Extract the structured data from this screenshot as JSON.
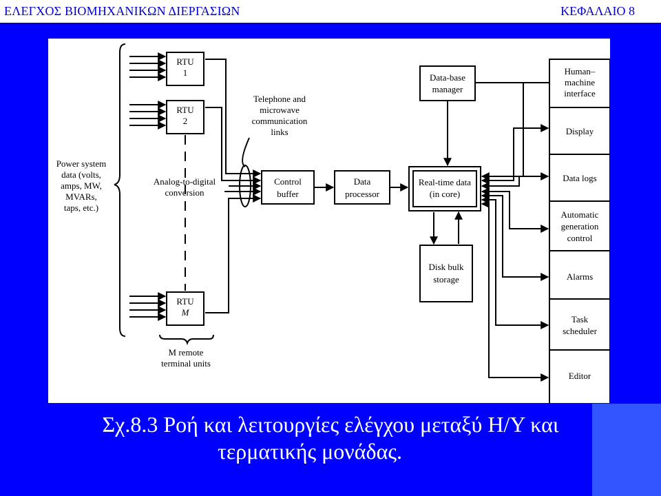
{
  "header": {
    "left_title": "ΕΛΕΓΧΟΣ ΒΙΟΜΗΧΑΝΙΚΩΝ ΔΙΕΡΓΑΣΙΩΝ",
    "right_title": "ΚΕΦΑΛΑΙΟ 8"
  },
  "diagram": {
    "rtu1": [
      "RTU",
      "1"
    ],
    "rtu2": [
      "RTU",
      "2"
    ],
    "rtum": [
      "RTU",
      "M"
    ],
    "power_system": [
      "Power system",
      "data (volts,",
      "amps, MW,",
      "MVARs,",
      "taps, etc.)"
    ],
    "analog": [
      "Analog-to-digital",
      "conversion"
    ],
    "telephone": [
      "Telephone and",
      "microwave",
      "communication",
      "links"
    ],
    "control_buffer": [
      "Control",
      "buffer"
    ],
    "data_processor": [
      "Data",
      "processor"
    ],
    "realtime": [
      "Real-time data",
      "(in core)"
    ],
    "dbmanager": [
      "Data-base",
      "manager"
    ],
    "disk": [
      "Disk bulk",
      "storage"
    ],
    "remote": [
      "M remote",
      "terminal units"
    ],
    "outputs": [
      [
        "Human–",
        "machine",
        "interface"
      ],
      [
        "Display"
      ],
      [
        "Data logs"
      ],
      [
        "Automatic",
        "generation",
        "control"
      ],
      [
        "Alarms"
      ],
      [
        "Task",
        "scheduler"
      ],
      [
        "Editor"
      ]
    ]
  },
  "caption": {
    "line1": "Σχ.8.3 Ροή και λειτουργίες ελέγχου μεταξύ Η/Υ και",
    "line2": "τερματικής μονάδας."
  },
  "colors": {
    "background": "#0000ff",
    "header_text": "#0000cc",
    "caption_text": "#ffffff"
  }
}
